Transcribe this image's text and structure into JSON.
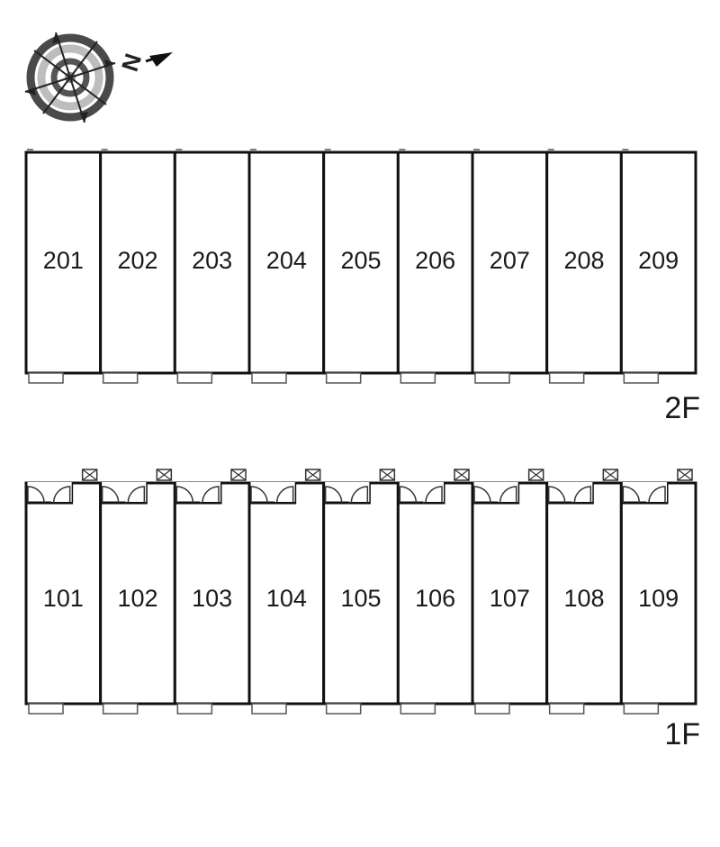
{
  "compass": {
    "north_label": "N",
    "icon": "compass-rose-icon"
  },
  "floors": [
    {
      "id": "2F",
      "label": "2F",
      "units": [
        "201",
        "202",
        "203",
        "204",
        "205",
        "206",
        "207",
        "208",
        "209"
      ]
    },
    {
      "id": "1F",
      "label": "1F",
      "units": [
        "101",
        "102",
        "103",
        "104",
        "105",
        "106",
        "107",
        "108",
        "109"
      ]
    }
  ]
}
